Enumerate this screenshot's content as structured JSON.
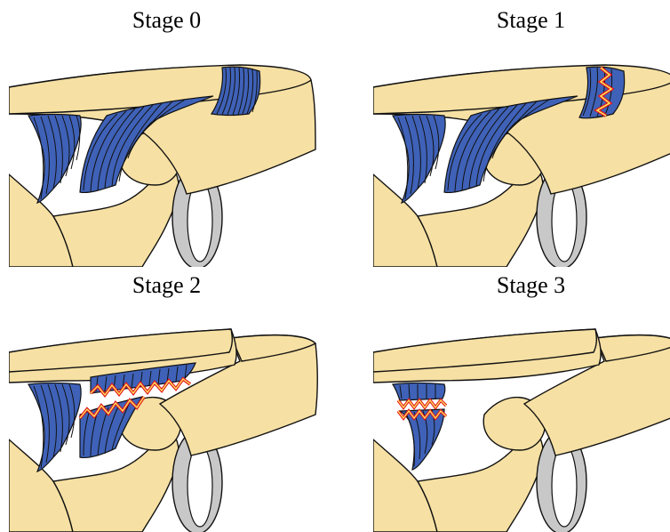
{
  "colors": {
    "bone": "#F6E0A3",
    "ligament": "#3F62B8",
    "tear_red": "#E1131B",
    "tear_yellow": "#FFE45C",
    "rib": "#C8C8C8",
    "outline": "#111111"
  },
  "stages": [
    {
      "title": "Stage 0"
    },
    {
      "title": "Stage 1"
    },
    {
      "title": "Stage 2"
    },
    {
      "title": "Stage 3"
    }
  ]
}
